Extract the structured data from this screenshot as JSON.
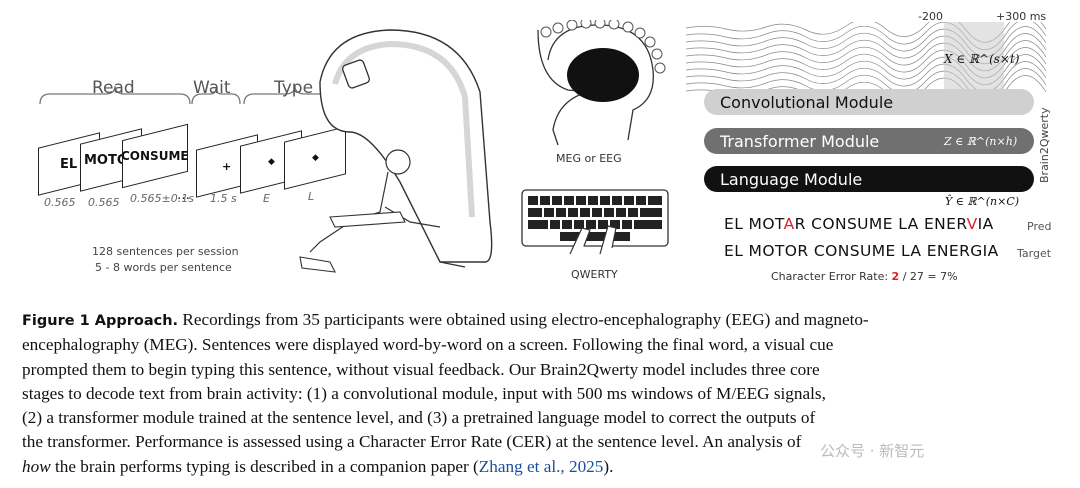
{
  "figure": {
    "phases": {
      "read": "Read",
      "wait": "Wait",
      "type": "Type"
    },
    "slides": [
      {
        "word": "EL",
        "duration": "0.565"
      },
      {
        "word": "MOTOR",
        "duration": "0.565"
      },
      {
        "word": "CONSUME",
        "duration": "0.565±0.1s"
      }
    ],
    "ellipsis": "…",
    "wait_slide": {
      "symbol": "+",
      "duration": "1.5 s"
    },
    "type_slides": [
      {
        "symbol": "◆",
        "key": "E"
      },
      {
        "symbol": "◆",
        "key": "L"
      }
    ],
    "session_info": [
      "128 sentences per session",
      "5 - 8 words per sentence"
    ],
    "meg_label": "MEG or EEG",
    "keyboard_label": "QWERTY",
    "window_labels": {
      "start": "-200",
      "end": "+300 ms"
    },
    "signal_math": "X ∈ ℝ^(s×t)",
    "modules": [
      {
        "name": "Convolutional Module",
        "math": ""
      },
      {
        "name": "Transformer Module",
        "math": "Z ∈ ℝ^(n×h)"
      },
      {
        "name": "Language Module",
        "math": "Ŷ ∈ ℝ^(n×C)"
      }
    ],
    "model_name": "Brain2Qwerty",
    "prediction": {
      "pre1": "EL MOT",
      "err1": "A",
      "mid": "R CONSUME LA ENER",
      "err2": "V",
      "post": "IA",
      "label": "Pred"
    },
    "target": {
      "text": "EL MOTOR CONSUME LA ENERGIA",
      "label": "Target"
    },
    "cer": {
      "prefix": "Character Error Rate: ",
      "errors": "2",
      "suffix": " / 27 = 7%"
    }
  },
  "caption": {
    "label": "Figure 1  Approach.",
    "line1": " Recordings from 35 participants were obtained using electro-encephalography (EEG) and magneto-",
    "line2": "encephalography (MEG). Sentences were displayed word-by-word on a screen. Following the final word, a visual cue",
    "line3": "prompted them to begin typing this sentence, without visual feedback. Our Brain2Qwerty model includes three core",
    "line4": "stages to decode text from brain activity: (1) a convolutional module, input with 500 ms windows of M/EEG signals,",
    "line5": "(2) a transformer module trained at the sentence level, and (3) a pretrained language model to correct the outputs of",
    "line6": "the transformer. Performance is assessed using a Character Error Rate (CER) at the sentence level. An analysis of",
    "line7_italic": "how",
    "line7": " the brain performs typing is described in a companion paper (",
    "citation": "Zhang et al., 2025",
    "line7_end": ")."
  },
  "watermark": "公众号 · 新智元",
  "colors": {
    "conv": "#d0d0d0",
    "transformer": "#707070",
    "language": "#111111",
    "error": "#d9232e",
    "citation": "#1a4fa0"
  }
}
